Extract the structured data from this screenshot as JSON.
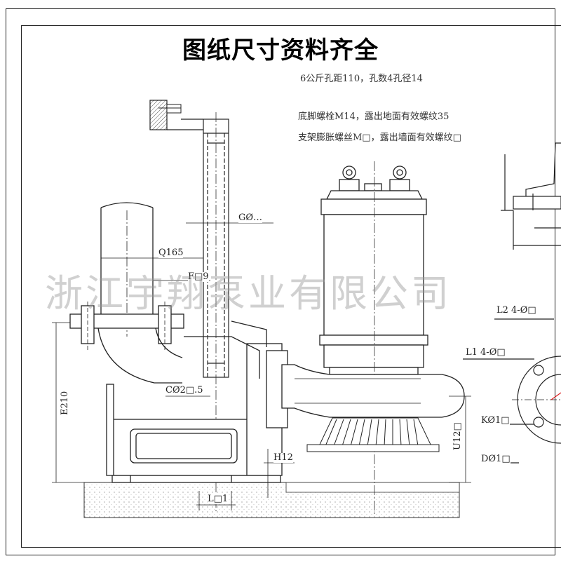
{
  "title": "图纸尺寸资料齐全",
  "notes": {
    "line1": "6公斤孔距110，孔数4孔径14",
    "line2": "底脚螺栓M14，露出地面有效螺纹35",
    "line3": "支架膨胀螺丝M□，露出墙面有效螺纹□"
  },
  "watermark": "浙江宇翔泵业有限公司",
  "dimensions": {
    "g": "GØ…",
    "q": "Q165",
    "f": "F□9",
    "c": "CØ2□.5",
    "e": "E210",
    "h": "H12",
    "l": "L□1",
    "u": "U12□",
    "l2": "L2 4-Ø□",
    "l1": "L1 4-Ø□",
    "k": "KØ1□",
    "d": "DØ1□"
  }
}
